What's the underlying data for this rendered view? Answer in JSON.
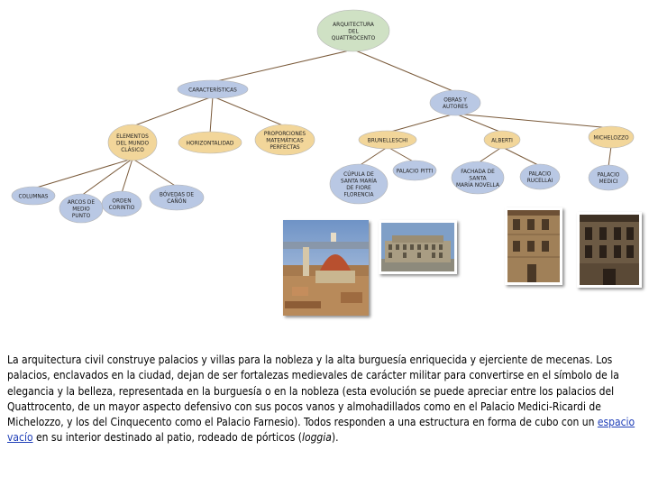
{
  "diagram": {
    "nodes": {
      "root": [
        "ARQUITECTURA",
        "DEL",
        "QUATTROCENTO"
      ],
      "caracteristicas": [
        "CARACTERÍSTICAS"
      ],
      "obras": [
        "OBRAS Y",
        "AUTORES"
      ],
      "elementos": [
        "ELEMENTOS",
        "DEL MUNDO",
        "CLÁSICO"
      ],
      "horizontalidad": [
        "HORIZONTALIDAD"
      ],
      "proporciones": [
        "PROPORCIONES",
        "MATEMÁTICAS",
        "PERFECTAS"
      ],
      "brunelleschi": [
        "BRUNELLESCHI"
      ],
      "alberti": [
        "ALBERTI"
      ],
      "michelozzo": [
        "MICHELOZZO"
      ],
      "columnas": [
        "COLUMNAS"
      ],
      "arcos": [
        "ARCOS DE",
        "MEDIO",
        "PUNTO"
      ],
      "orden": [
        "ORDEN",
        "CORINTIO"
      ],
      "bovedas": [
        "BÓVEDAS DE",
        "CAÑÓN"
      ],
      "cupula": [
        "CÚPULA DE",
        "SANTA MARÍA",
        "DE FIORE",
        "FLORENCIA"
      ],
      "pitti": [
        "PALACIO PITTI"
      ],
      "fachada": [
        "FACHADA DE",
        "SANTA",
        "MARÍA NOVELLA"
      ],
      "rucellai": [
        "PALACIO",
        "RUCELLAI"
      ],
      "medici": [
        "PALACIO",
        "MEDICI"
      ]
    },
    "colors": {
      "green": "#cfe1c4",
      "blue": "#b9c8e4",
      "orange": "#f2d69a",
      "edge": "#7a5a3a"
    },
    "photos": [
      "cathedral-dome-photo",
      "palazzo-pitti-photo",
      "palazzo-rucellai-photo",
      "palazzo-medici-photo"
    ]
  },
  "text": {
    "p1": "La arquitectura civil construye palacios y villas para la nobleza y la alta burguesía enriquecida y ejerciente de mecenas. Los palacios, enclavados en la ciudad, dejan de ser fortalezas medievales de carácter militar para convertirse en el símbolo de la elegancia y la belleza, representada en la burguesía o en la nobleza (esta evolución se puede apreciar entre los palacios del Quattrocento, de un mayor aspecto defensivo con sus pocos vanos y almohadillados como en el Palacio Medici-Ricardi de Michelozzo, y los del Cinquecento como el Palacio Farnesio). Todos responden a una estructura en forma de cubo con un",
    "link": "espacio vacío",
    "p2": "en su interior destinado al patio, rodeado de pórticos (",
    "italic": "loggia",
    "p3": ")."
  }
}
